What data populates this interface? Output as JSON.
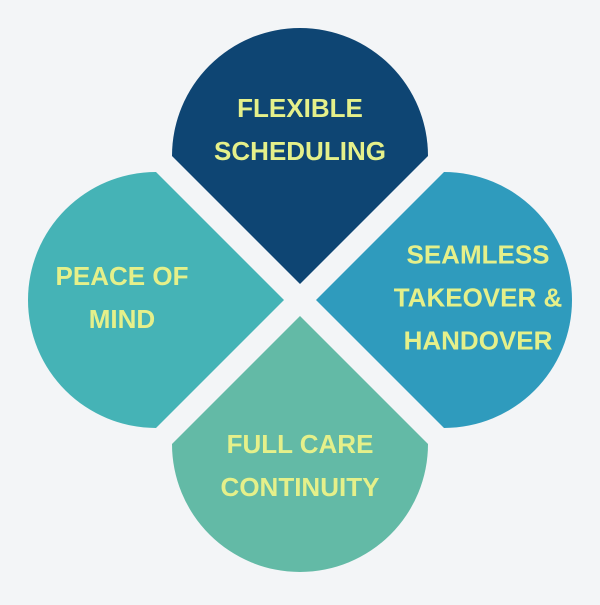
{
  "background": "#f3f5f7",
  "label_color": "#e5f08a",
  "petals": [
    {
      "id": "top",
      "lines": [
        "FLEXIBLE",
        "SCHEDULING"
      ],
      "color": "#0e4573"
    },
    {
      "id": "right",
      "lines": [
        "SEAMLESS",
        "TAKEOVER &",
        "HANDOVER"
      ],
      "color": "#2f9bbd"
    },
    {
      "id": "bottom",
      "lines": [
        "FULL CARE",
        "CONTINUITY"
      ],
      "color": "#63baa6"
    },
    {
      "id": "left",
      "lines": [
        "PEACE OF",
        "MIND"
      ],
      "color": "#45b3b6"
    }
  ]
}
